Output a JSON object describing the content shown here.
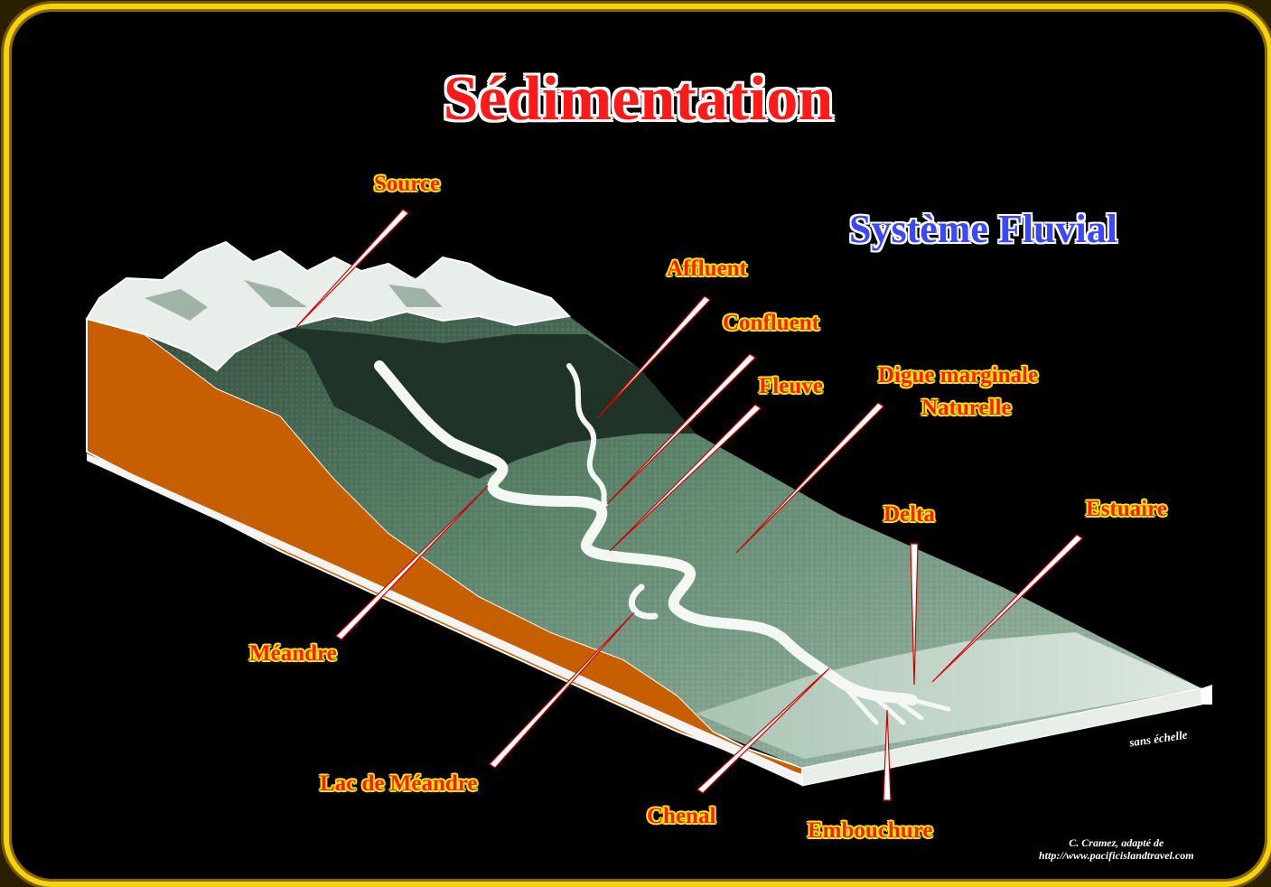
{
  "title": "Sédimentation",
  "subtitle": "Système Fluvial",
  "scale_note": "sans échelle",
  "credit": {
    "line1": "C. Cramez, adapté de",
    "line2": "http://www.pacificislandtravel.com"
  },
  "labels": {
    "source": "Source",
    "affluent": "Affluent",
    "confluent": "Confluent",
    "fleuve": "Fleuve",
    "digue_line1": "Digue marginale",
    "digue_line2": "Naturelle",
    "delta": "Delta",
    "estuaire": "Estuaire",
    "meandre": "Méandre",
    "lac_de_meandre": "Lac de Méandre",
    "chenal": "Chenal",
    "embouchure": "Embouchure"
  },
  "colors": {
    "frame": "#f6d20a",
    "background": "#000000",
    "label_text": "#ff1a1a",
    "label_outline": "#ffea00",
    "subtitle": "#3a48ff",
    "soil": "#c75f00",
    "snow": "#e6eee6",
    "forest": "#243a2c",
    "plain": "#6f9a80",
    "river": "#f2f6f0"
  }
}
